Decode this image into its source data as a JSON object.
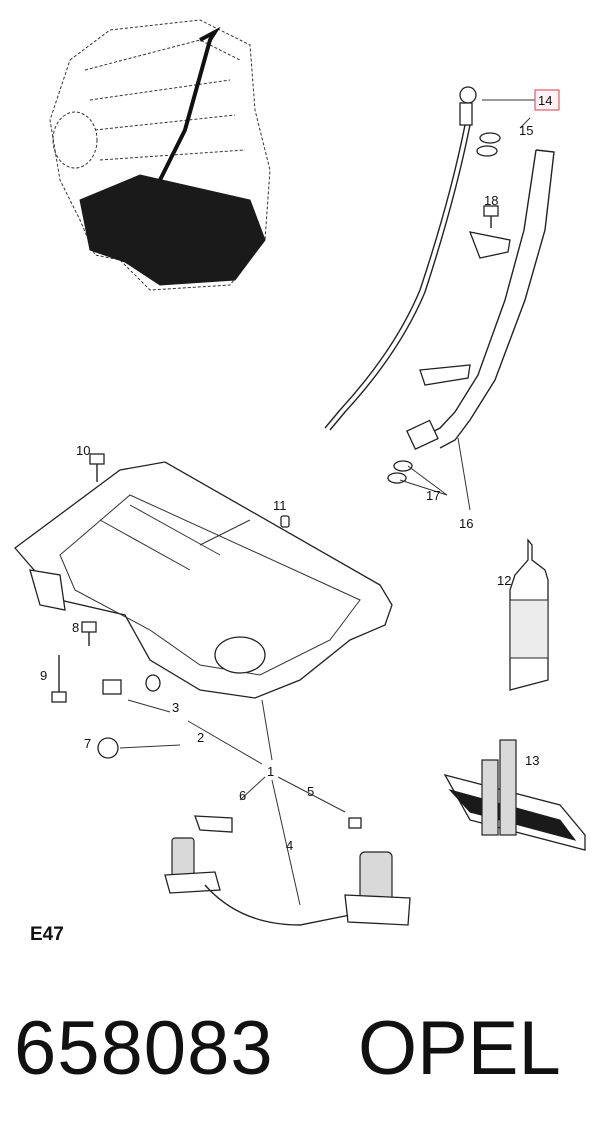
{
  "section_code": "E47",
  "part_number": "658083",
  "brand": "OPEL",
  "highlight_color": "#e05a6a",
  "callouts": [
    "14",
    "15",
    "18",
    "16",
    "17",
    "10",
    "11",
    "12",
    "8",
    "9",
    "3",
    "2",
    "7",
    "1",
    "6",
    "5",
    "4",
    "13"
  ],
  "highlighted_callout": "14"
}
